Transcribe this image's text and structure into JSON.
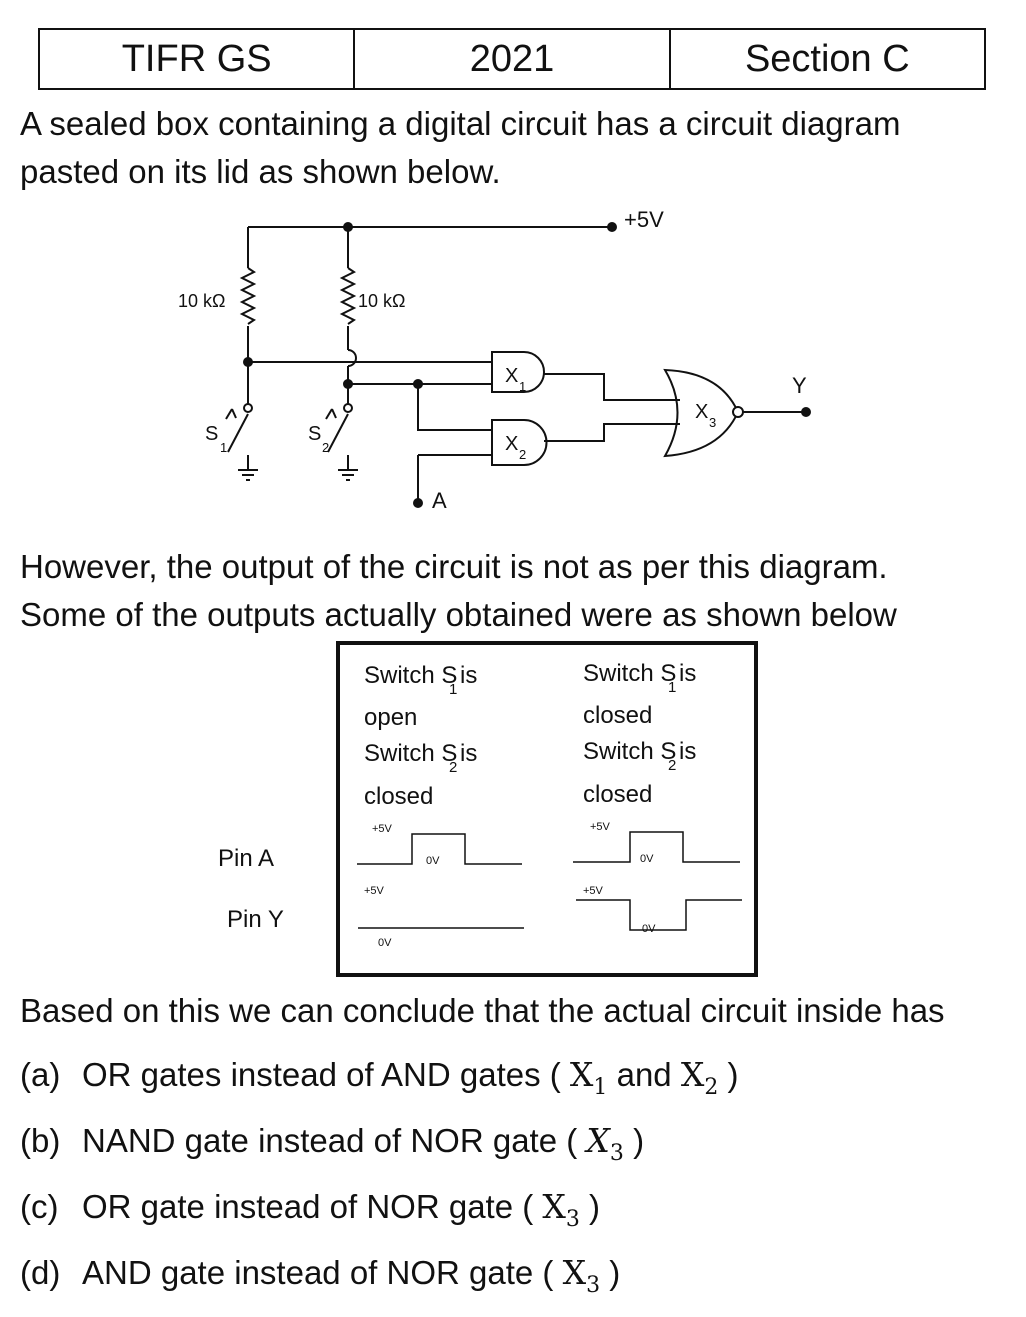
{
  "header": {
    "c1": "TIFR GS",
    "c2": "2021",
    "c3": "Section C"
  },
  "intro": {
    "line1": "A sealed box containing a digital circuit has a circuit diagram",
    "line2": "pasted on its lid as shown below."
  },
  "circuit": {
    "r1": "10 kΩ",
    "r2": "10 kΩ",
    "vcc": "+5V",
    "s1": "S",
    "s1sub": "1",
    "s2": "S",
    "s2sub": "2",
    "x1": "X",
    "x1sub": "1",
    "x2": "X",
    "x2sub": "2",
    "x3": "X",
    "x3sub": "3",
    "y": "Y",
    "a": "A"
  },
  "middle": {
    "line1": "However, the output of the circuit is not as per this diagram.",
    "line2": "Some of the outputs actually obtained were as shown below"
  },
  "table": {
    "col1": {
      "l1a": "Switch S",
      "l1sub": "1",
      "l1b": " is",
      "l2": "open",
      "l3a": "Switch S",
      "l3sub": "2",
      "l3b": " is",
      "l4": "closed"
    },
    "col2": {
      "l1a": "Switch S",
      "l1sub": "1",
      "l1b": " is",
      "l2": "closed",
      "l3a": "Switch S",
      "l3sub": "2",
      "l3b": " is",
      "l4": "closed"
    },
    "pinA": "Pin A",
    "pinY": "Pin Y",
    "v5": "+5V",
    "v0": "0V"
  },
  "conclusion": "Based on this we can conclude that the actual circuit inside has",
  "options": [
    {
      "label": "(a)",
      "text1": "OR gates instead of AND gates ( ",
      "s1": "X",
      "s1sub": "1",
      "mid": " and ",
      "s2": "X",
      "s2sub": "2",
      "text2": " )"
    },
    {
      "label": "(b)",
      "text1": "NAND gate instead of NOR gate ( ",
      "s1": "X",
      "s1sub": "3",
      "text2": " )"
    },
    {
      "label": "(c)",
      "text1": "OR gate instead of NOR gate ( ",
      "s1": "X",
      "s1sub": "3",
      "text2": " )"
    },
    {
      "label": "(d)",
      "text1": "AND gate instead of NOR gate ( ",
      "s1": "X",
      "s1sub": "3",
      "text2": " )"
    }
  ]
}
